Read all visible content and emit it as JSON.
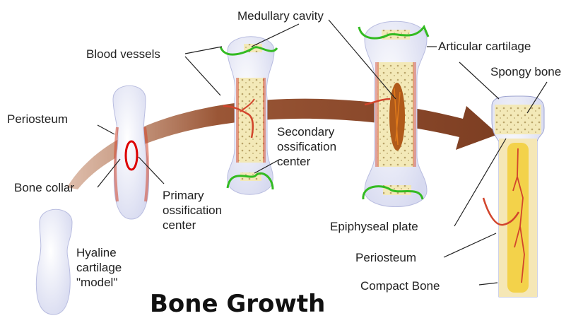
{
  "title": "Bone Growth",
  "labels": {
    "medullary_cavity": "Medullary cavity",
    "blood_vessels": "Blood vessels",
    "articular_cartilage": "Articular cartilage",
    "spongy_bone": "Spongy bone",
    "periosteum_top": "Periosteum",
    "bone_collar": "Bone collar",
    "secondary_ossification": [
      "Secondary",
      "ossification",
      "center"
    ],
    "primary_ossification": [
      "Primary",
      "ossification",
      "center"
    ],
    "hyaline_cartilage": [
      "Hyaline",
      "cartilage",
      "\"model\""
    ],
    "epiphyseal_plate": "Epiphyseal plate",
    "periosteum_bottom": "Periosteum",
    "compact_bone": "Compact Bone"
  },
  "colors": {
    "arrow": "#8b4a2a",
    "cartilage": "#e8eaf6",
    "spongy": "#f2e8b4",
    "vessels": "#d2452c",
    "marrow": "#e07a1a",
    "highlight_green": "#33bb22",
    "highlight_red": "#dd0000"
  }
}
